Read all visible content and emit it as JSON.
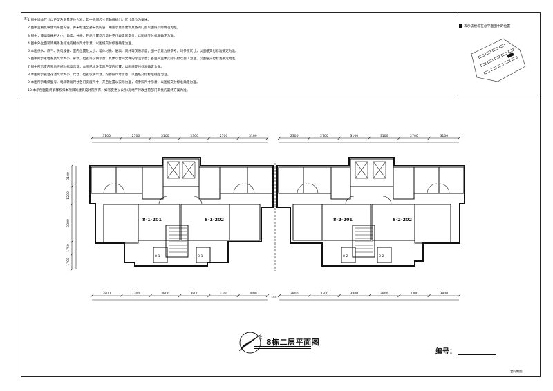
{
  "notes": {
    "prefix": "注：",
    "items": [
      "1.图中墙体尺寸以户型及测量定位为准，其中房间尺寸是轴线标出，尺寸单位为毫米。",
      "2.图中主要反映建筑平面内容，并未标注全部安装内容，用途示意等建筑具备的门窗以图纸实际情况为准。",
      "3.图中，玻璃窗栅栏大小、角度、分格，开启位置均示意并不代表实际交付，以图纸交付标准确定为准。",
      "4.图中外立面装饰线条及标准的相似尺寸示意，以图纸交付标准确定为准。",
      "5.本图供水、燃气、供电设备、室内位置及大小、墙体材质、层高、风井等仅供示意；图中示意为供参考，均参照尺寸，以图纸交付标准确定为准。",
      "6.图中所示家电家具尺寸大小、形状，位置等仅供示意，具体以合同文件的标注示意；各空间主体实际交付以施工为准，以图纸交付标准确定为准。",
      "7.图中所示室内外地坪相对标高示意，本图已标注实际户型的位置，以图纸交付标准确定为准。",
      "8.本图所示露台花池尺寸大小、尺寸、位置仅供示意，均参照尺寸示意，以图纸交付标准确定为准。",
      "9.本图所示电梯型号、电梯轿厢尺寸各门宽度尺寸，开启位置以实际为准，均参照尺寸示意，以图纸交付标准确定为准。",
      "10.本示例图最终解释权归本项目的建筑设计院所有，如有变更以公示/房地产行政主管部门审批的最终方案为准。"
    ]
  },
  "keyplan": {
    "legend": "表示该楼栋在总平面图中的位置"
  },
  "plan": {
    "top_dims_left": [
      "3100",
      "2700",
      "3100",
      "2300",
      "2700",
      "3100"
    ],
    "top_dims_right": [
      "2300",
      "2700",
      "3100",
      "3100",
      "2700",
      "3100"
    ],
    "bottom_dims_left": [
      "3800",
      "3300",
      "3800",
      "3800",
      "3300",
      "3800"
    ],
    "bottom_dims_right": [
      "3800",
      "3300",
      "3800",
      "3800",
      "3300",
      "3800"
    ],
    "bottom_center_dim": "200",
    "left_dims": [
      "3100",
      "1200",
      "3800",
      "1750",
      "1700"
    ],
    "units": [
      "8-1-201",
      "8-1-202",
      "8-2-201",
      "8-2-202"
    ],
    "lift_tags": [
      "8-1",
      "8-1",
      "8-2",
      "8-2"
    ]
  },
  "title": {
    "north_label": "北",
    "text": "8栋二层平面图",
    "code_label": "编号：",
    "corner": "合同附图"
  }
}
